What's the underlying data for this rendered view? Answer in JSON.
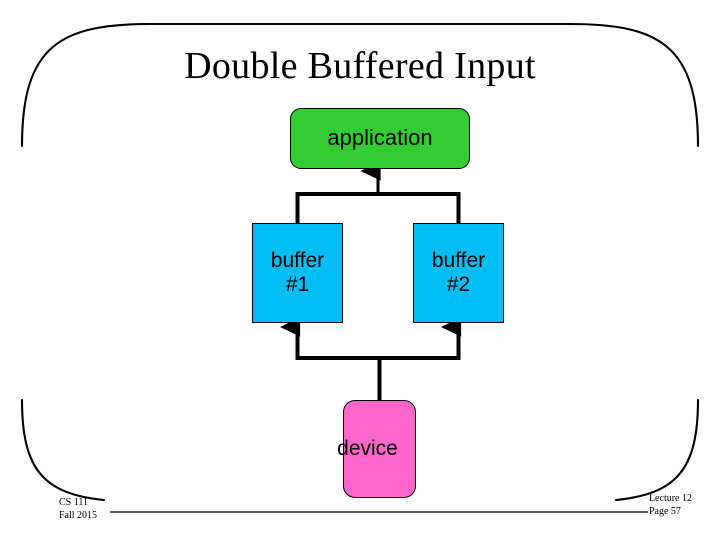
{
  "slide": {
    "title": "Double Buffered Input",
    "background_color": "#ffffff",
    "frame_color": "#000000"
  },
  "diagram": {
    "type": "flow",
    "nodes": [
      {
        "id": "application",
        "label": "application",
        "shape": "rounded-rect",
        "fill": "#33cc33",
        "stroke": "#000000"
      },
      {
        "id": "buffer-1",
        "label": "buffer\n#1",
        "label_line1": "buffer",
        "label_line2": "#1",
        "shape": "rect",
        "fill": "#00bdf2",
        "stroke": "#000000"
      },
      {
        "id": "buffer-2",
        "label": "buffer\n#2",
        "label_line1": "buffer",
        "label_line2": "#2",
        "shape": "rect",
        "fill": "#00bdf2",
        "stroke": "#000000"
      },
      {
        "id": "device",
        "label": "device",
        "shape": "rounded-rect",
        "fill": "#ff66cc",
        "stroke": "#000000"
      }
    ],
    "connectors": [
      {
        "id": "buffers-to-application",
        "from": [
          "buffer-1",
          "buffer-2"
        ],
        "to": "application",
        "direction": "up",
        "arrowhead": "application"
      },
      {
        "id": "device-to-buffers",
        "from": "device",
        "to": [
          "buffer-1",
          "buffer-2"
        ],
        "direction": "up",
        "arrowhead": "both-buffers"
      }
    ]
  },
  "footer": {
    "left_line1": "CS 111",
    "left_line2": "Fall 2015",
    "right_line1": "Lecture 12",
    "right_line2": "Page 57"
  }
}
